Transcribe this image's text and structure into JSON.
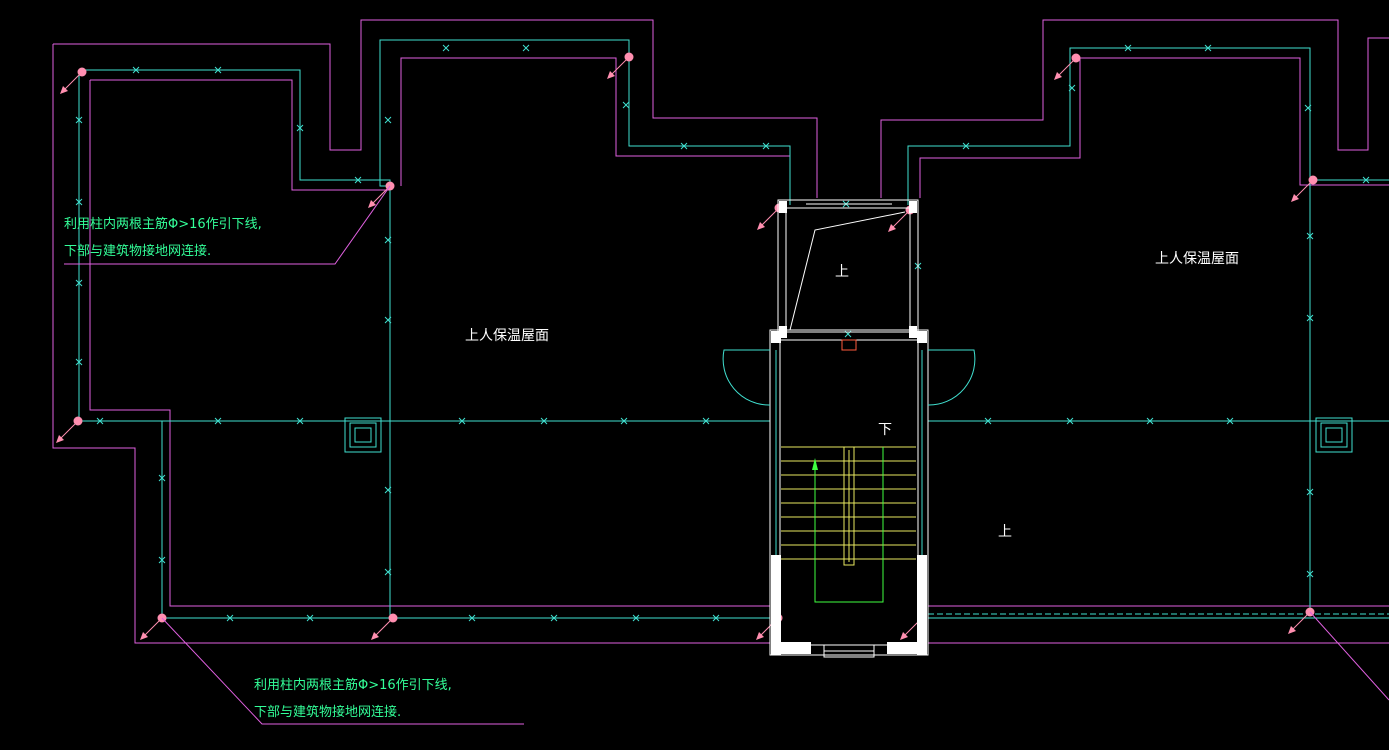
{
  "colors": {
    "background": "#000000",
    "outline": "#e060e0",
    "lightning_conductor": "#40e0d0",
    "marker": "#ff8fb0",
    "note_text": "#33ff99",
    "wall": "#ffffff",
    "handrail": "#e8e860",
    "arrow_line": "#40ff40",
    "small_box": "#ff5a3c"
  },
  "rooms": {
    "roof_left": "上人保温屋面",
    "roof_right": "上人保温屋面"
  },
  "stairs": {
    "up_top": "上",
    "down": "下",
    "up_right": "上"
  },
  "notes": {
    "top_line1": "利用柱内两根主筋Φ>16作引下线,",
    "top_line2": "下部与建筑物接地网连接.",
    "bottom_line1": "利用柱内两根主筋Φ>16作引下线,",
    "bottom_line2": "下部与建筑物接地网连接."
  }
}
